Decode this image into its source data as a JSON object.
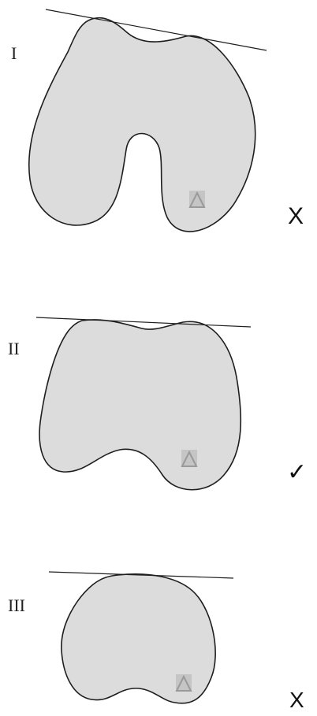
{
  "colors": {
    "shape_fill": "#dcdcdc",
    "outline": "#1e1e1e",
    "marker": "#9a9a9a"
  },
  "panels": [
    {
      "label": "I",
      "verdict_icon": "cross-icon",
      "verdict": "X"
    },
    {
      "label": "II",
      "verdict_icon": "checkmark-icon",
      "verdict": "✓"
    },
    {
      "label": "III",
      "verdict_icon": "cross-icon",
      "verdict": "X"
    }
  ]
}
